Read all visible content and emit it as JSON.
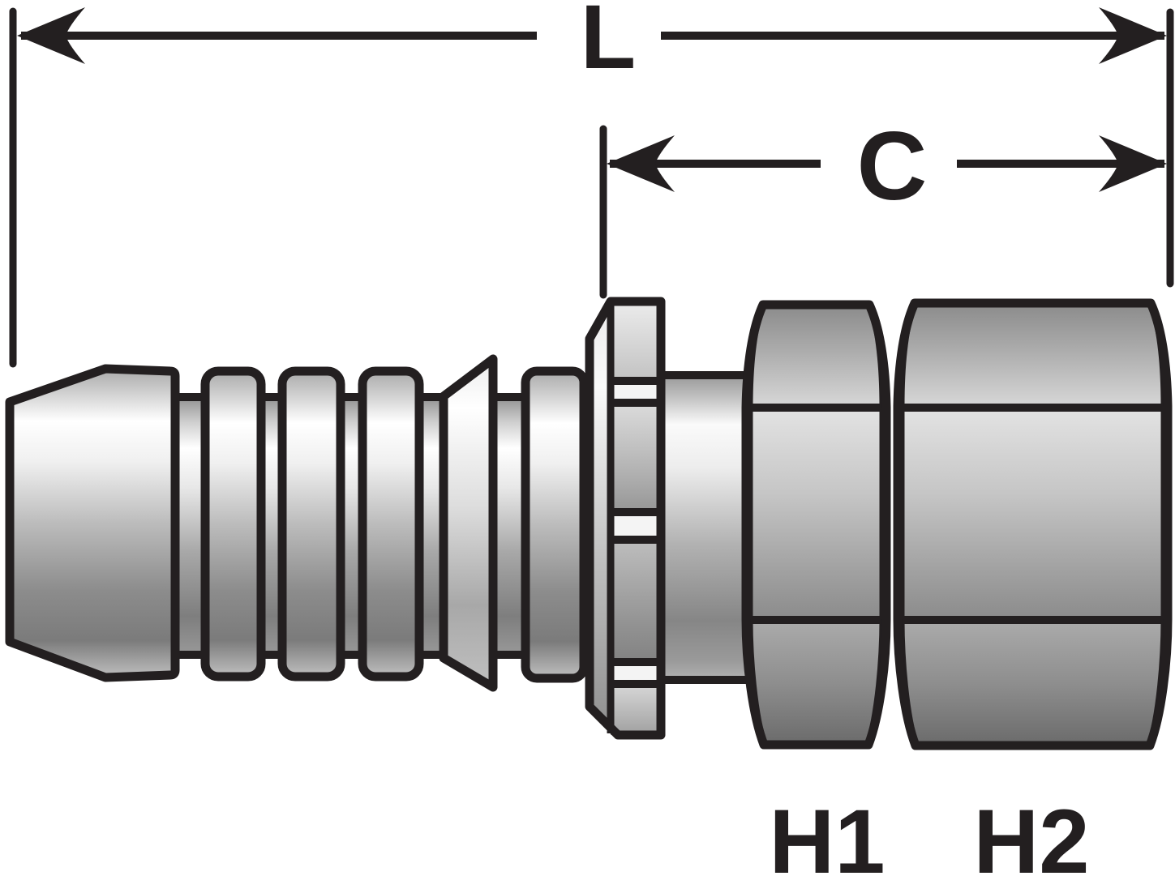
{
  "diagram": {
    "type": "technical-part-drawing",
    "subject": "hose coupling with hex nuts",
    "labels": {
      "overall_length": "L",
      "cutoff_length": "C",
      "hex1": "H1",
      "hex2": "H2"
    },
    "colors": {
      "outline": "#231f20",
      "background": "#ffffff",
      "metal_highlight": "#ffffff",
      "metal_shadow": "#6b6b6b"
    }
  }
}
